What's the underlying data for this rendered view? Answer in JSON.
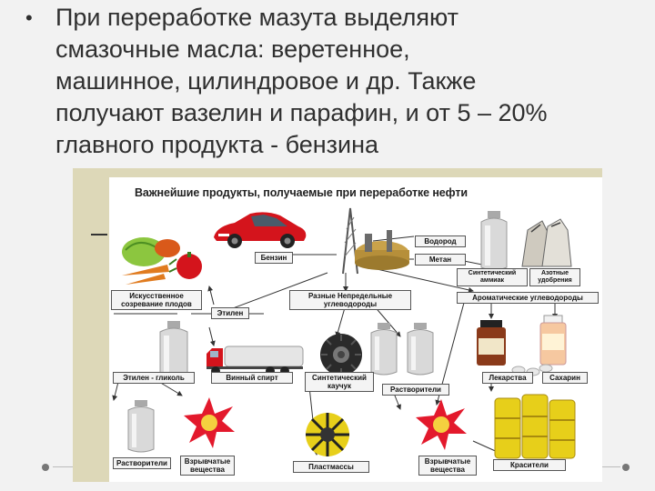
{
  "slide": {
    "bullet": "•",
    "text_lines": [
      "При переработке мазута выделяют",
      "смазочные масла: веретенное,",
      "машинное, цилиндровое и др. Также",
      "получают вазелин и парафин, и от 5 – 20%",
      "главного продукта - бензина"
    ]
  },
  "diagram": {
    "title": "Важнейшие продукты, получаемые при переработке нефти",
    "labels": {
      "vodorod": "Водород",
      "metan": "Метан",
      "benzin": "Бензин",
      "sint_ammiak": "Синтетический аммиак",
      "azot_udobr": "Азотные удобрения",
      "isk_sozrev": "Искусственное созревание плодов",
      "raznye_uglev": "Разные Непредельные углеводороды",
      "aromat": "Ароматические углеводороды",
      "etilen": "Этилен",
      "etilen_glikol": "Этилен - гликоль",
      "vinny_spirt": "Винный спирт",
      "sint_kauchuk": "Синтетический каучук",
      "rastvoriteli_mid": "Растворители",
      "lekarstva": "Лекарства",
      "sahar": "Сахарин",
      "rastvoriteli_left": "Растворители",
      "vzryv_left": "Взрывчатые вещества",
      "plastmassy": "Пластмассы",
      "vzryv_right": "Взрывчатые вещества",
      "krasiteli": "Красители"
    }
  },
  "colors": {
    "text": "#2f2f2f",
    "bar": "#ddd8b8",
    "car": "#d4141c",
    "barrel": "#e7cf1a",
    "explosion": "#e3192c"
  }
}
